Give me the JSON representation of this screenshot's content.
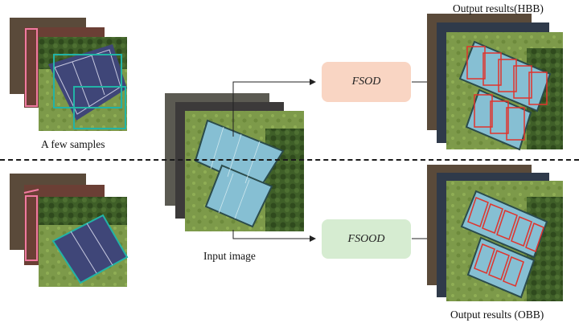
{
  "labels": {
    "few_samples": "A few samples",
    "input_image": "Input image",
    "output_hbb": "Output results(HBB)",
    "output_obb": "Output results (OBB)"
  },
  "methods": {
    "fsod": "FSOD",
    "fsood": "FSOOD"
  },
  "colors": {
    "fsod_box": "#f9d5c3",
    "fsood_box": "#d6ecd1",
    "court_blue": "#86bfd3",
    "court_dark": "#4b4b85",
    "annotation_teal": "#22b3a6",
    "detection_red": "#e0342d",
    "grass": "#6a8a40",
    "tree": "#3b5b25"
  }
}
